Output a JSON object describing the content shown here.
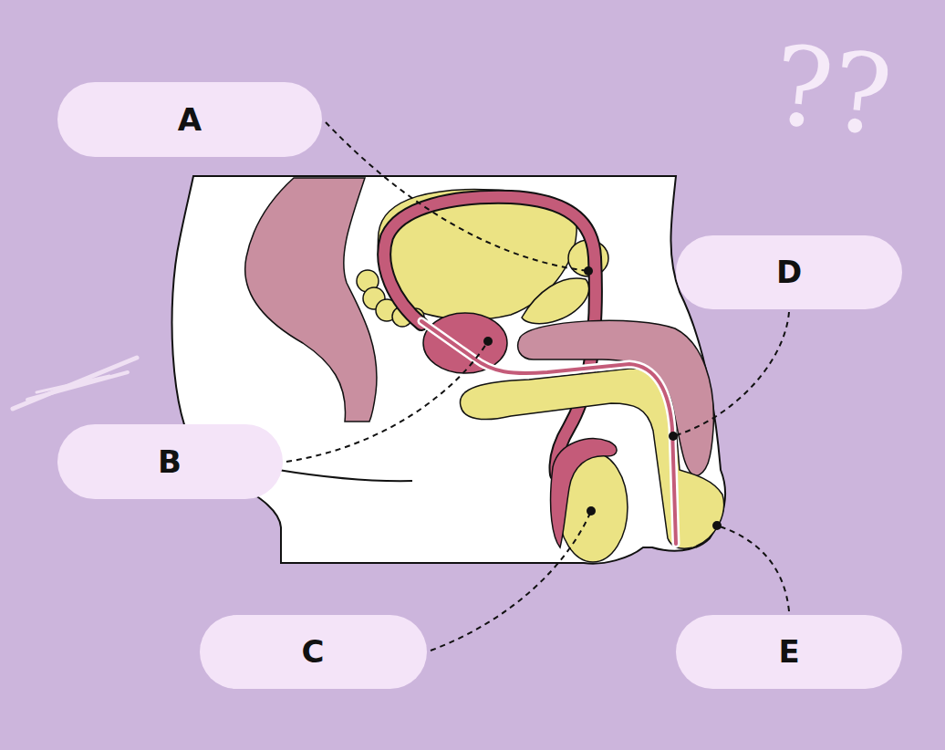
{
  "diagram": {
    "nodes": [
      {
        "text": [
          "A"
        ]
      },
      {
        "text": [
          "D"
        ]
      },
      {
        "text": [
          "B"
        ]
      },
      {
        "text": [
          "C"
        ]
      },
      {
        "text": [
          "E"
        ]
      }
    ],
    "labels": [
      "??"
    ]
  }
}
